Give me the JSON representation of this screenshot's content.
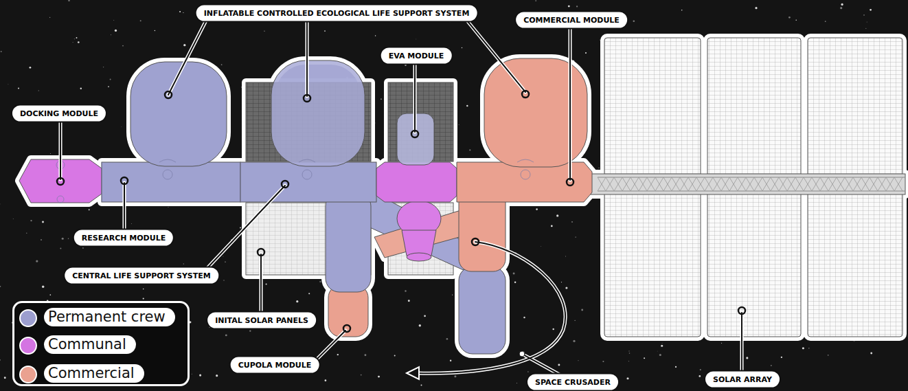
{
  "diagram": {
    "nodes": [
      {
        "text": [
          "INFLATABLE CONTROLLED ECOLOGICAL LIFE SUPPORT SYSTEM"
        ]
      },
      {
        "text": [
          "COMMERCIAL MODULE"
        ]
      },
      {
        "text": [
          "DOCKING MODULE"
        ]
      },
      {
        "text": [
          "EVA MODULE"
        ]
      },
      {
        "text": [
          "RESEARCH MODULE"
        ]
      },
      {
        "text": [
          "CENTRAL LIFE SUPPORT SYSTEM"
        ]
      },
      {
        "text": [
          "INITAL SOLAR PANELS"
        ]
      },
      {
        "text": [
          "CUPOLA MODULE"
        ]
      },
      {
        "text": [
          "SPACE CRUSADER"
        ]
      },
      {
        "text": [
          "SOLAR ARRAY"
        ]
      }
    ],
    "legend": [
      {
        "text": "Permanent crew",
        "color": "#9c9ecf"
      },
      {
        "text": "Communal",
        "color": "#d474e2"
      },
      {
        "text": "Commercial",
        "color": "#eaa190"
      }
    ]
  }
}
